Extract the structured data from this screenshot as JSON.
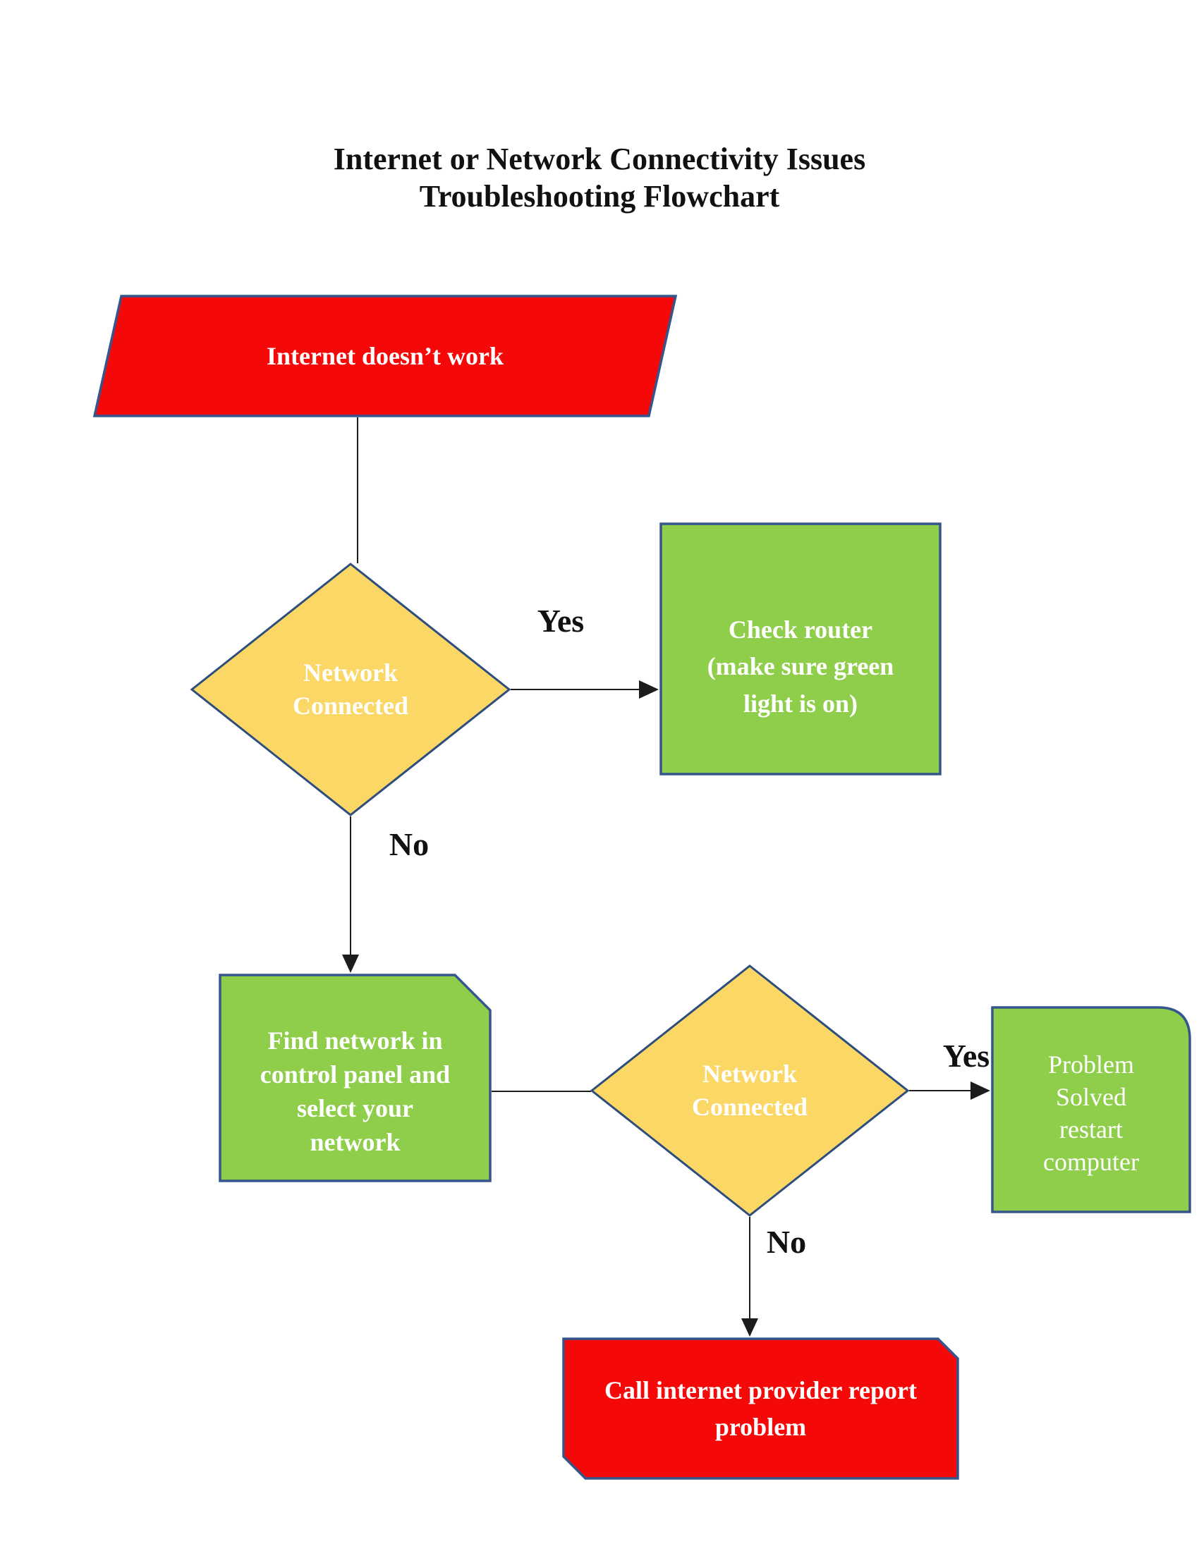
{
  "title": {
    "text": "Internet or Network Connectivity Issues\nTroubleshooting Flowchart"
  },
  "nodes": {
    "start": {
      "kind": "parallelogram",
      "label": "Internet doesn’t work"
    },
    "decision1": {
      "kind": "decision-diamond",
      "label": "Network\nConnected"
    },
    "check_router": {
      "kind": "process-box",
      "label": "Check router\n(make sure green\nlight is on)"
    },
    "find_network": {
      "kind": "process-box-snipped-corner",
      "label": "Find network in\ncontrol panel and\nselect your\nnetwork"
    },
    "decision2": {
      "kind": "decision-diamond",
      "label": "Network\nConnected"
    },
    "problem_solved": {
      "kind": "process-box-rounded-corner",
      "label": "Problem\nSolved\nrestart\ncomputer"
    },
    "call_provider": {
      "kind": "terminator-box-snipped-corners",
      "label": "Call internet provider report\nproblem"
    }
  },
  "edges": {
    "yes1": {
      "label": "Yes"
    },
    "no1": {
      "label": "No"
    },
    "yes2": {
      "label": "Yes"
    },
    "no2": {
      "label": "No"
    }
  },
  "colors": {
    "red": "#f50808",
    "yellow": "#fbd766",
    "green": "#8fce4b",
    "box_border_blue": "#35568c",
    "diamond_border_blue": "#2d4d7e",
    "connector_black": "#1c1c1c",
    "node_text_white": "#ffffff",
    "label_text_black": "#111111"
  }
}
